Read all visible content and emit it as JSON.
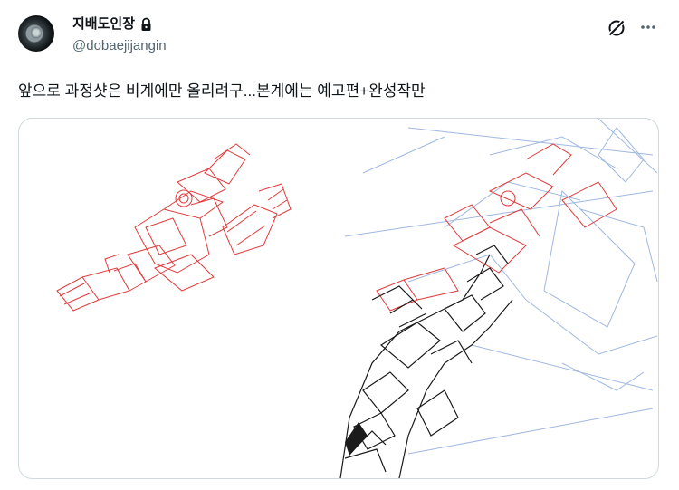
{
  "author": {
    "display_name": "지배도인장",
    "handle": "@dobaejijangin",
    "protected_icon": "lock-icon",
    "avatar_icon": "planet-avatar"
  },
  "actions": {
    "grok_icon": "grok-icon",
    "more_icon": "more-horizontal-icon"
  },
  "tweet": {
    "text": "앞으로 과정샷은 비계에만 올리려구...본계에는 예고편+완성작만"
  },
  "media": {
    "description_icon": "sketch-image",
    "colors": {
      "red_sketch": "#e23a3a",
      "blue_guides": "#9fb8e0",
      "ink": "#1a1a1a"
    }
  }
}
